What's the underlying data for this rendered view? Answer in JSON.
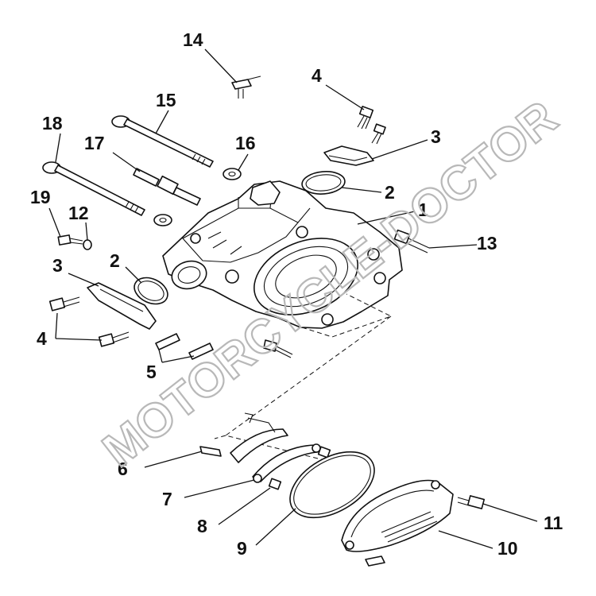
{
  "watermark": "MOTORCYCLE-DOCTOR",
  "callouts": [
    "14",
    "4",
    "15",
    "18",
    "17",
    "16",
    "3",
    "2",
    "1",
    "19",
    "12",
    "13",
    "3",
    "2",
    "4",
    "5",
    "6",
    "7",
    "8",
    "9",
    "11",
    "10"
  ]
}
